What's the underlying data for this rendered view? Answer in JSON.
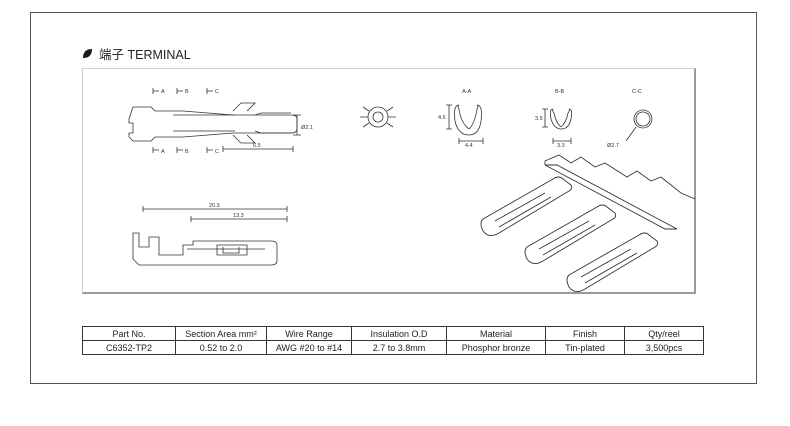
{
  "heading": {
    "title": "端子 TERMINAL",
    "icon": "leaf-icon"
  },
  "drawing": {
    "section_marks_top": [
      "A",
      "B",
      "C"
    ],
    "section_marks_bottom": [
      "A",
      "B",
      "C"
    ],
    "dim_diameter": "Ø2.1",
    "dim_front_length": "6.5",
    "dim_total_length": "20.3",
    "dim_barrel_length": "13.3",
    "section_aa": {
      "label": "A-A",
      "height": "4.6",
      "width": "4.4"
    },
    "section_bb": {
      "label": "B-B",
      "height": "3.5",
      "width": "3.3"
    },
    "section_cc": {
      "label": "C-C",
      "diameter": "Ø2.7"
    }
  },
  "table": {
    "headers": [
      "Part No.",
      "Section Area mm²",
      "Wire Range",
      "Insulation O.D",
      "Material",
      "Finish",
      "Qty/reel"
    ],
    "rows": [
      [
        "C6352-TP2",
        "0.52 to 2.0",
        "AWG #20 to #14",
        "2.7 to 3.8mm",
        "Phosphor bronze",
        "Tin-plated",
        "3,500pcs"
      ]
    ]
  }
}
